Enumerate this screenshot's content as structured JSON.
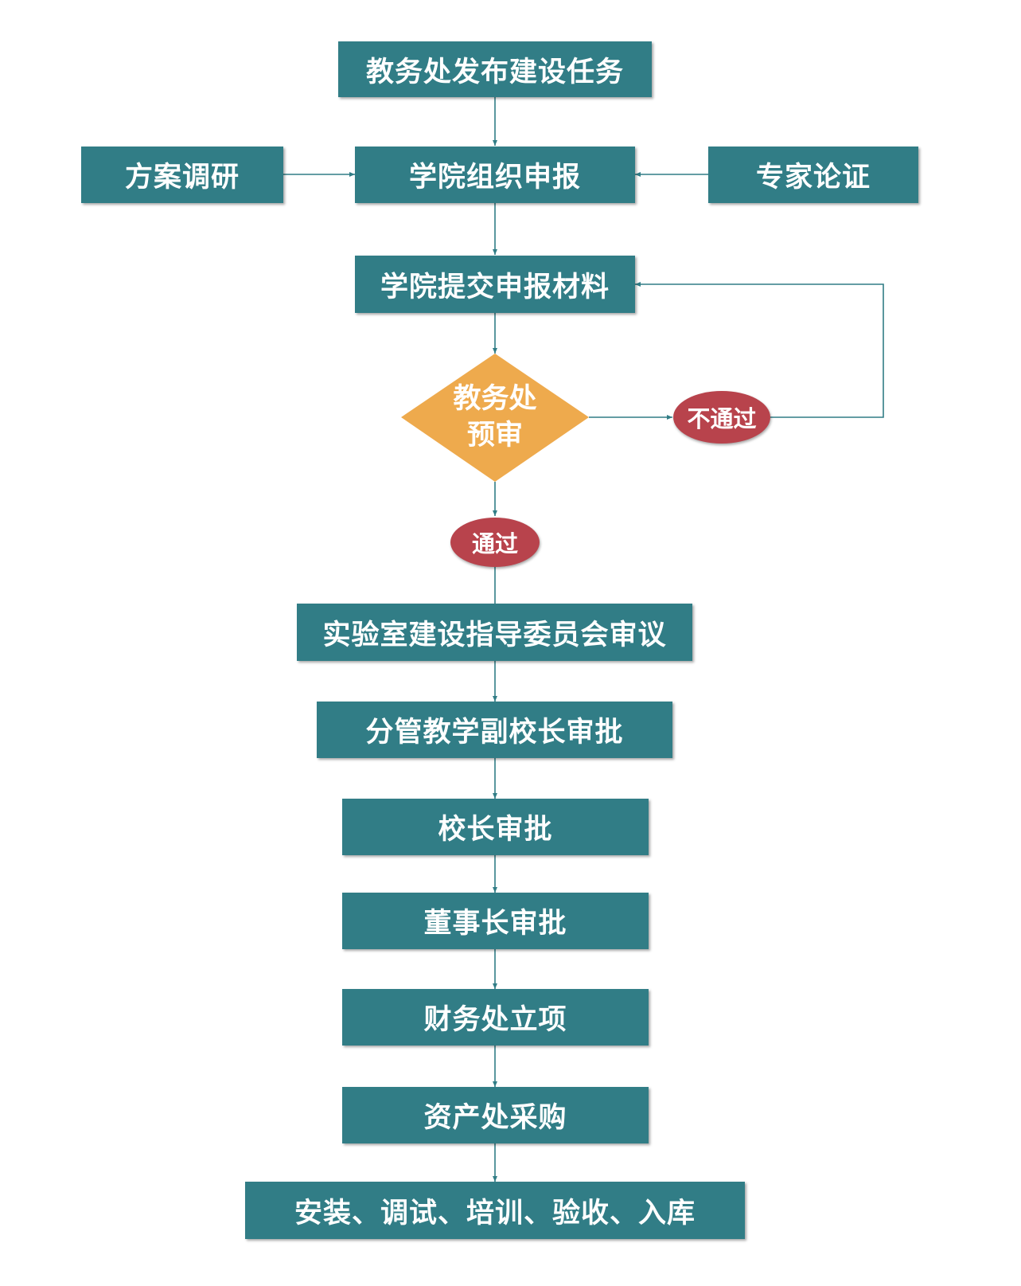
{
  "colors": {
    "process": "#317d86",
    "decision": "#eeaa4d",
    "outcome": "#b8434c",
    "line": "#317d86"
  },
  "nodes": {
    "publish": "教务处发布建设任务",
    "research": "方案调研",
    "declare": "学院组织申报",
    "expert": "专家论证",
    "submit": "学院提交申报材料",
    "review_line1": "教务处",
    "review_line2": "预审",
    "fail": "不通过",
    "pass": "通过",
    "committee": "实验室建设指导委员会审议",
    "vice_president": "分管教学副校长审批",
    "president": "校长审批",
    "chairman": "董事长审批",
    "finance": "财务处立项",
    "assets": "资产处采购",
    "install": "安装、调试、培训、验收、入库"
  }
}
